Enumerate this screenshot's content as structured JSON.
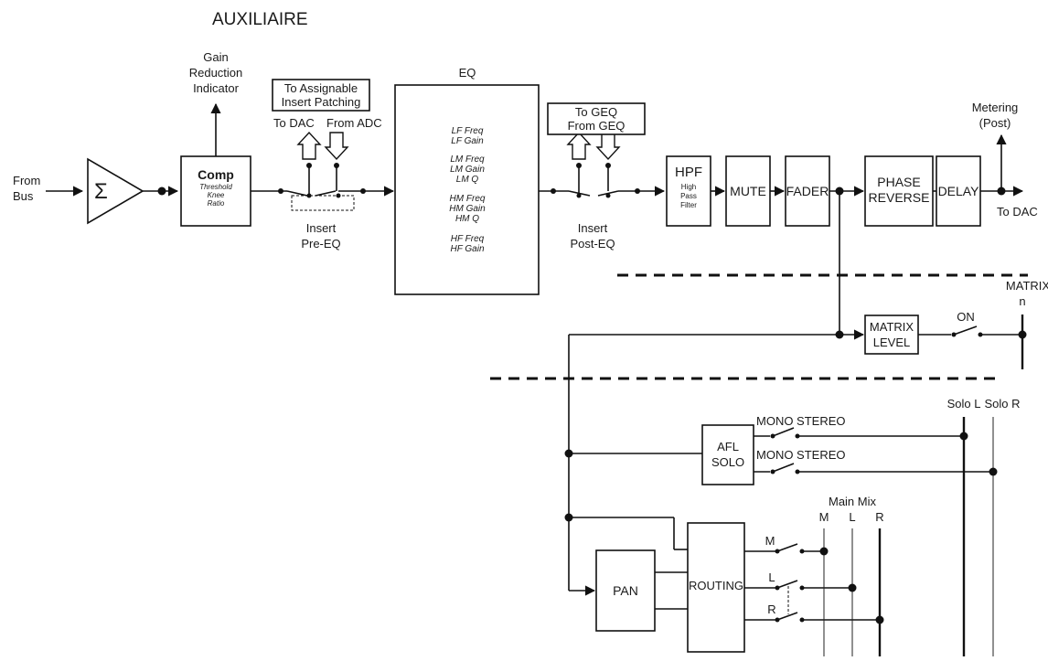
{
  "title": "AUXILIAIRE",
  "labels": {
    "from_bus": [
      "From",
      "Bus"
    ],
    "gain_reduction": [
      "Gain",
      "Reduction",
      "Indicator"
    ],
    "comp": "Comp",
    "comp_params": [
      "Threshold",
      "Knee",
      "Ratio"
    ],
    "assignable": [
      "To Assignable",
      "Insert Patching"
    ],
    "to_dac_top": "To DAC",
    "from_adc": "From ADC",
    "insert_pre": [
      "Insert",
      "Pre-EQ"
    ],
    "eq": "EQ",
    "eq_params": [
      "LF Freq",
      "LF Gain",
      "LM Freq",
      "LM Gain",
      "LM Q",
      "HM Freq",
      "HM Gain",
      "HM Q",
      "HF Freq",
      "HF Gain"
    ],
    "geq": [
      "To GEQ",
      "From GEQ"
    ],
    "insert_post": [
      "Insert",
      "Post-EQ"
    ],
    "hpf": "HPF",
    "hpf_sub": [
      "High",
      "Pass",
      "Filter"
    ],
    "mute": "MUTE",
    "fader": "FADER",
    "phase": [
      "PHASE",
      "REVERSE"
    ],
    "delay": "DELAY",
    "metering": [
      "Metering",
      "(Post)"
    ],
    "to_dac": "To DAC",
    "matrix": [
      "MATRIX",
      "n"
    ],
    "matrix_level": [
      "MATRIX",
      "LEVEL"
    ],
    "on": "ON",
    "solo_l": "Solo L",
    "solo_r": "Solo R",
    "mono_stereo_1": "MONO STEREO",
    "mono_stereo_2": "MONO STEREO",
    "afl_solo": [
      "AFL",
      "SOLO"
    ],
    "main_mix": "Main Mix",
    "mix_m": "M",
    "mix_l": "L",
    "mix_r": "R",
    "pan": "PAN",
    "routing": "ROUTING",
    "sw_m": "M",
    "sw_l": "L",
    "sw_r": "R"
  }
}
